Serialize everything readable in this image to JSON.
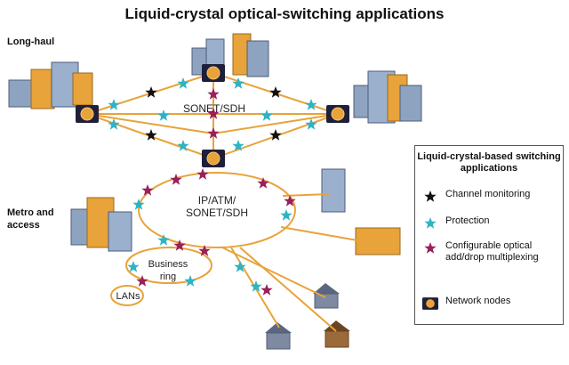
{
  "title": "Liquid-crystal optical-switching applications",
  "regions": {
    "long_haul": "Long-haul",
    "metro": "Metro and access"
  },
  "network_labels": {
    "sonet_sdh": "SONET/SDH",
    "ip_atm": "IP/ATM/\nSONET/SDH",
    "business_ring": "Business\nring",
    "lans": "LANs"
  },
  "legend": {
    "title": "Liquid-crystal-based switching applications",
    "items": [
      {
        "label": "Channel monitoring",
        "symbol": "star",
        "color": "#111111"
      },
      {
        "label": "Protection",
        "symbol": "star",
        "color": "#2fb3c4"
      },
      {
        "label": "Configurable optical add/drop multiplexing",
        "symbol": "star",
        "color": "#9b1f5a"
      },
      {
        "label": "Network nodes",
        "symbol": "node",
        "color": "#e8a33a"
      }
    ]
  },
  "colors": {
    "link": "#e8a33a",
    "node_frame": "#1f1f3a",
    "building_blue": "#8ea3bf",
    "building_orange": "#e8a33a",
    "house_blue": "#7e8aa1",
    "house_brown": "#9a6a3a"
  }
}
